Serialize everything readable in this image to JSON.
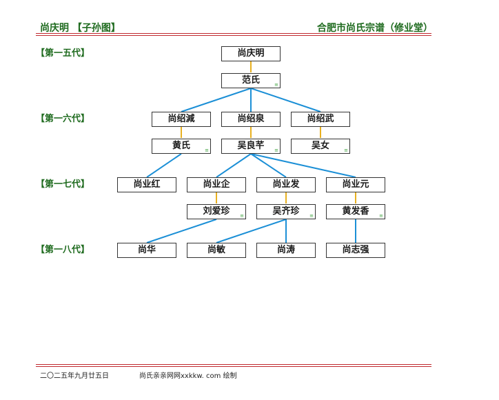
{
  "header": {
    "left": "尚庆明 【子孙图】",
    "right": "合肥市尚氏宗谱（修业堂）"
  },
  "generations": [
    "【第一五代】",
    "【第一六代】",
    "【第一七代】",
    "【第一八代】"
  ],
  "people": {
    "p1": "尚庆明",
    "s1": "范氏",
    "p2a": "尚绍減",
    "p2b": "尚绍泉",
    "p2c": "尚绍武",
    "s2a": "黄氏",
    "s2b": "吴良芊",
    "s2c": "吴女",
    "p3a": "尚业红",
    "p3b": "尚业企",
    "p3c": "尚业发",
    "p3d": "尚业元",
    "s3b": "刘爱珍",
    "s3c": "吴齐珍",
    "s3d": "黄发香",
    "p4a": "尚华",
    "p4b": "尚敏",
    "p4c": "尚涛",
    "p4d": "尚志强"
  },
  "marker": "≡",
  "footer": {
    "date": "二〇二五年九月廿五日",
    "source": "尚氏亲亲网网xxkkw. com 绘制"
  },
  "colors": {
    "green": "#1f6b1f",
    "red_rule": "#c0282e",
    "spouse_link": "#e8b020",
    "child_link": "#1b8fd6"
  }
}
